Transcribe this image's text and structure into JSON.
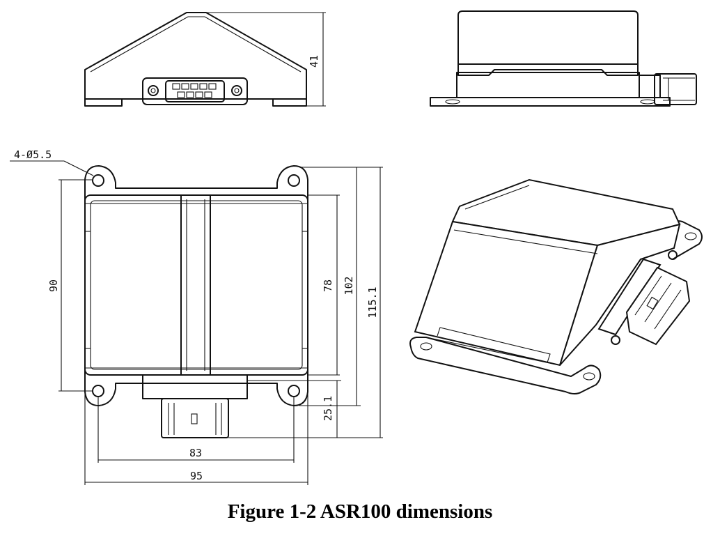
{
  "caption": "Figure 1-2 ASR100 dimensions",
  "dimensions": {
    "height_side": "41",
    "hole": "4-Ø5.5",
    "hole_pitch_vertical": "90",
    "body_length": "78",
    "flange_length": "102",
    "overall_length": "115.1",
    "connector_protrusion": "25.1",
    "hole_pitch_horizontal": "83",
    "overall_width": "95"
  },
  "views": [
    "front-view",
    "side-view",
    "top-view",
    "isometric-view"
  ]
}
